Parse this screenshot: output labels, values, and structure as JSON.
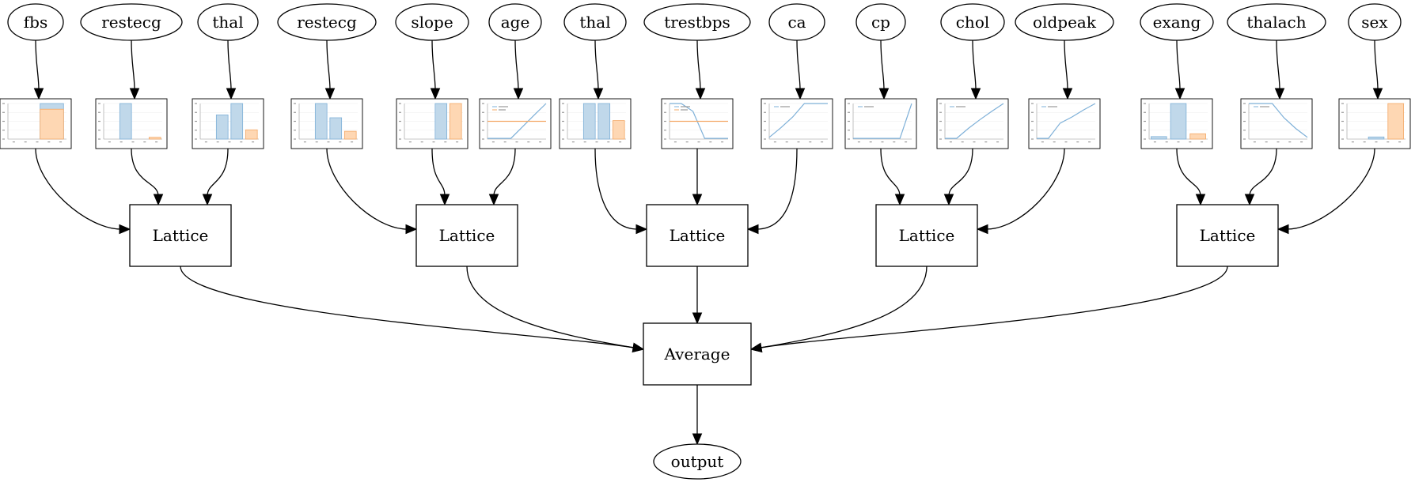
{
  "diagram": {
    "features": [
      {
        "label": "fbs",
        "plot": {
          "kind": "bar",
          "calibrated": [
            0,
            1.0
          ],
          "missing": [
            0,
            0.84
          ]
        }
      },
      {
        "label": "restecg",
        "plot": {
          "kind": "bar",
          "calibrated": [
            0,
            1.0,
            0,
            0
          ],
          "missing": [
            0,
            0,
            0,
            0.05
          ]
        }
      },
      {
        "label": "thal",
        "plot": {
          "kind": "bar",
          "calibrated": [
            0,
            0.68,
            1.0,
            0
          ],
          "missing": [
            0,
            0,
            0,
            0.26
          ]
        }
      },
      {
        "label": "restecg",
        "plot": {
          "kind": "bar",
          "calibrated": [
            0,
            1.0,
            0.6,
            0
          ],
          "missing": [
            0,
            0,
            0,
            0.22
          ]
        }
      },
      {
        "label": "slope",
        "plot": {
          "kind": "bar",
          "calibrated": [
            0,
            0,
            1.0,
            0
          ],
          "missing": [
            0,
            0,
            0,
            1.0
          ]
        }
      },
      {
        "label": "age",
        "plot": {
          "kind": "line",
          "calibrated": [
            0.02,
            0.02,
            0.02,
            0.35,
            0.68,
            1.0
          ],
          "missing": [
            0.5,
            0.5,
            0.5,
            0.5,
            0.5,
            0.5
          ]
        }
      },
      {
        "label": "thal",
        "plot": {
          "kind": "bar",
          "calibrated": [
            0,
            1.0,
            1.0,
            0
          ],
          "missing": [
            0,
            0,
            0,
            0.52
          ]
        }
      },
      {
        "label": "trestbps",
        "plot": {
          "kind": "line",
          "calibrated": [
            1.0,
            1.0,
            0.78,
            0.02,
            0.02,
            0.02
          ],
          "missing": [
            0.5,
            0.5,
            0.5,
            0.5,
            0.5,
            0.5
          ]
        }
      },
      {
        "label": "ca",
        "plot": {
          "kind": "line",
          "calibrated": [
            0.05,
            0.32,
            0.62,
            1.0,
            1.0,
            1.0
          ]
        }
      },
      {
        "label": "cp",
        "plot": {
          "kind": "line",
          "calibrated": [
            0.02,
            0.02,
            0.02,
            0.02,
            0.02,
            1.0
          ]
        }
      },
      {
        "label": "chol",
        "plot": {
          "kind": "line",
          "calibrated": [
            0.02,
            0.02,
            0.3,
            0.55,
            0.78,
            1.0
          ]
        }
      },
      {
        "label": "oldpeak",
        "plot": {
          "kind": "line",
          "calibrated": [
            0.02,
            0.02,
            0.45,
            0.62,
            0.82,
            1.0
          ]
        }
      },
      {
        "label": "exang",
        "plot": {
          "kind": "bar",
          "calibrated": [
            0.07,
            1.0,
            0
          ],
          "missing": [
            0,
            0,
            0.15
          ]
        }
      },
      {
        "label": "thalach",
        "plot": {
          "kind": "line",
          "calibrated": [
            1.0,
            1.0,
            1.0,
            0.6,
            0.3,
            0.05
          ]
        }
      },
      {
        "label": "sex",
        "plot": {
          "kind": "bar",
          "calibrated": [
            0,
            0.06,
            0
          ],
          "missing": [
            0,
            0,
            1.0
          ]
        }
      }
    ],
    "lattices": [
      {
        "label": "Lattice",
        "inputs": [
          0,
          1,
          2
        ]
      },
      {
        "label": "Lattice",
        "inputs": [
          3,
          4,
          5
        ]
      },
      {
        "label": "Lattice",
        "inputs": [
          6,
          7,
          8
        ]
      },
      {
        "label": "Lattice",
        "inputs": [
          9,
          10,
          11
        ]
      },
      {
        "label": "Lattice",
        "inputs": [
          12,
          13,
          14
        ]
      }
    ],
    "average": {
      "label": "Average"
    },
    "output": {
      "label": "output"
    }
  },
  "colors": {
    "calibrated_fill": "#c0d8ea",
    "calibrated_line": "#7eb0d8",
    "missing_fill": "#fed7b3",
    "missing_line": "#f3a866",
    "stroke": "#000000"
  }
}
